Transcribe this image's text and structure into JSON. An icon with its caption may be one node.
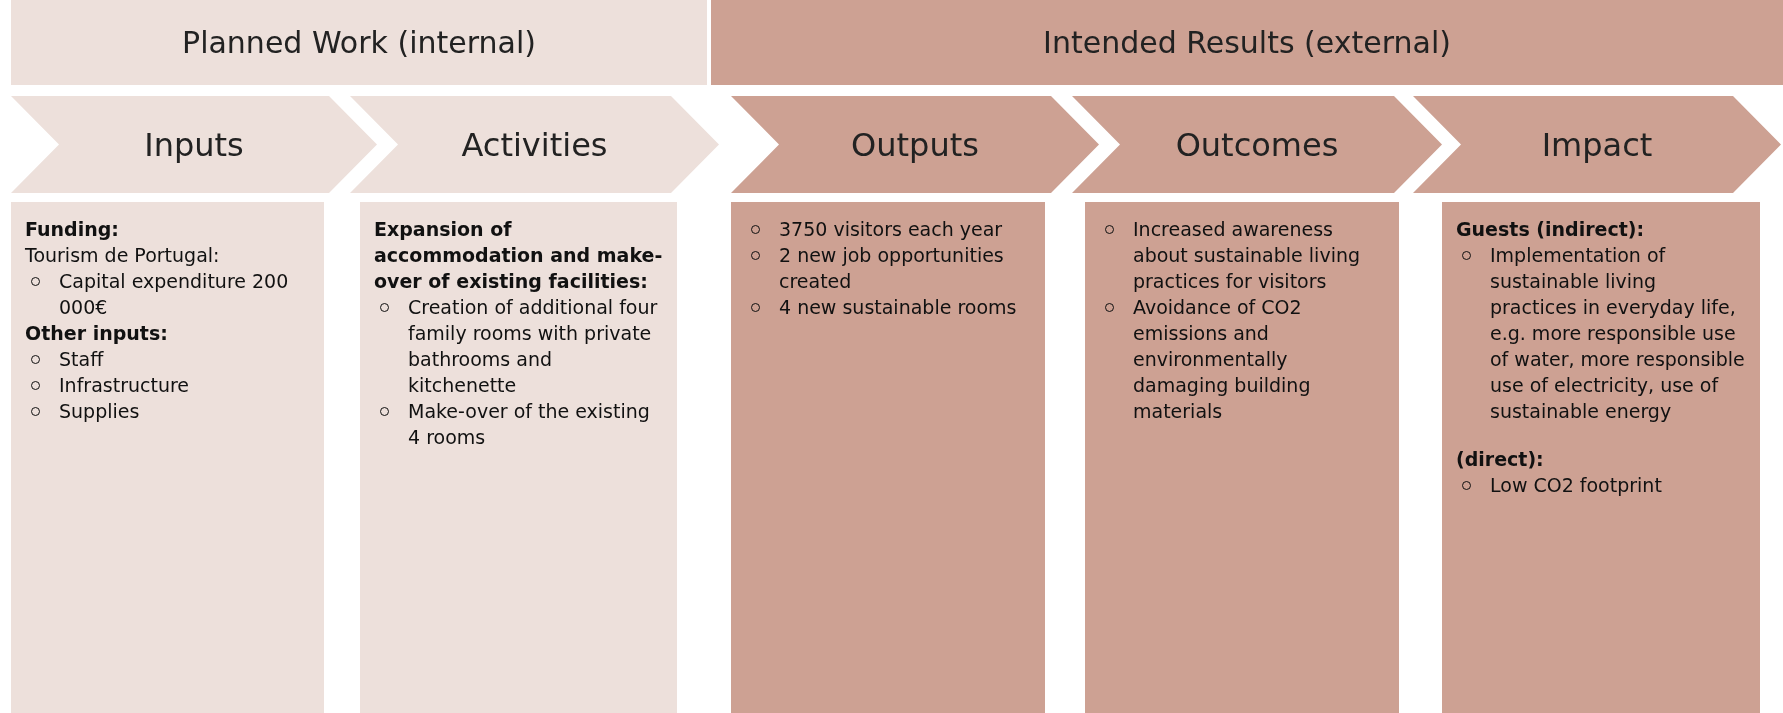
{
  "diagram": {
    "nodes": [
      {
        "text": [
          "Planned Work (internal)"
        ]
      },
      {
        "text": [
          "Intended Results (external)"
        ]
      },
      {
        "text": [
          "Inputs"
        ]
      },
      {
        "text": [
          "Activities"
        ]
      },
      {
        "text": [
          "Outputs"
        ]
      },
      {
        "text": [
          "Outcomes"
        ]
      },
      {
        "text": [
          "Impact"
        ]
      },
      {
        "text": [
          "Funding:",
          "Tourism de Portugal:",
          "Capital expenditure 200 000€",
          "Other inputs:",
          "Staff",
          "Infrastructure",
          "Supplies"
        ]
      },
      {
        "text": [
          "Expansion of accommodation and make-over of existing facilities:",
          "Creation of additional four family rooms with private bathrooms and kitchenette",
          "Make-over of the existing 4 rooms"
        ]
      },
      {
        "text": [
          "3750 visitors each year",
          "2 new job opportunities created",
          "4 new sustainable rooms"
        ]
      },
      {
        "text": [
          "Increased awareness about sustainable living practices for visitors",
          "Avoidance of CO2 emissions and environmentally damaging building materials"
        ]
      },
      {
        "text": [
          "Guests (indirect):",
          "Implementation of sustainable living practices in everyday life, e.g. more responsible use of water, more responsible use of electricity, use of sustainable energy",
          "(direct):",
          "Low CO2 footprint"
        ]
      }
    ]
  }
}
